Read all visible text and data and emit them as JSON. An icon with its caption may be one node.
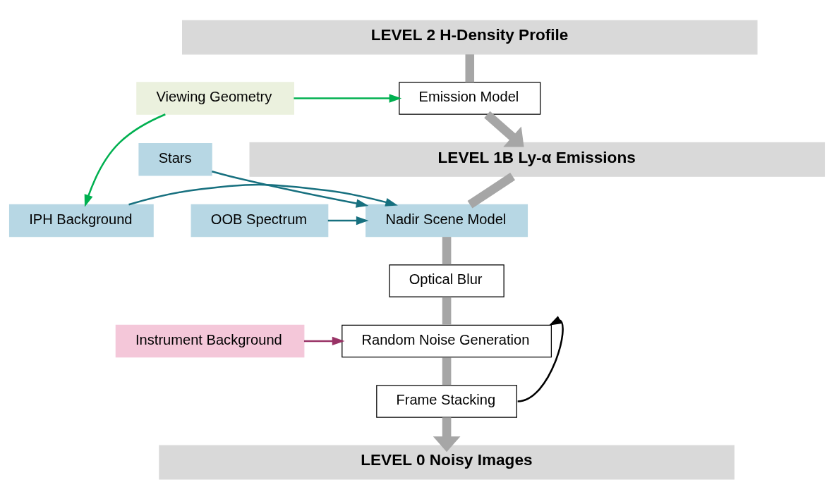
{
  "diagram": {
    "nodes": [
      {
        "text": [
          "LEVEL 2 H-Density Profile"
        ]
      },
      {
        "text": [
          "Viewing Geometry"
        ]
      },
      {
        "text": [
          "Emission Model"
        ]
      },
      {
        "text": [
          "LEVEL 1B Ly-α Emissions"
        ]
      },
      {
        "text": [
          "IPH Background"
        ]
      },
      {
        "text": [
          "Stars"
        ]
      },
      {
        "text": [
          "Nadir Scene Model"
        ]
      },
      {
        "text": [
          "OOB Spectrum"
        ]
      },
      {
        "text": [
          "Optical Blur"
        ]
      },
      {
        "text": [
          "Random Noise Generation"
        ]
      },
      {
        "text": [
          "Instrument Background"
        ]
      },
      {
        "text": [
          "Frame Stacking"
        ]
      },
      {
        "text": [
          "LEVEL 0 Noisy Images"
        ]
      }
    ],
    "edges": [
      {
        "from": 0,
        "to": 2,
        "arrow": "none",
        "style": "thick",
        "color": "#a6a6a6"
      },
      {
        "from": 2,
        "to": 3,
        "arrow": "to",
        "style": "thick",
        "color": "#a6a6a6"
      },
      {
        "from": 1,
        "to": 2,
        "arrow": "to",
        "color": "#00b050"
      },
      {
        "from": 1,
        "to": 4,
        "arrow": "to",
        "color": "#00b050"
      },
      {
        "from": 3,
        "to": 6,
        "arrow": "none",
        "style": "thick",
        "color": "#a6a6a6"
      },
      {
        "from": 4,
        "to": 6,
        "arrow": "to",
        "color": "#17707f"
      },
      {
        "from": 5,
        "to": 6,
        "arrow": "to",
        "color": "#17707f"
      },
      {
        "from": 7,
        "to": 6,
        "arrow": "to",
        "color": "#17707f"
      },
      {
        "from": 6,
        "to": 8,
        "arrow": "none",
        "style": "thick",
        "color": "#a6a6a6"
      },
      {
        "from": 8,
        "to": 9,
        "arrow": "none",
        "style": "thick",
        "color": "#a6a6a6"
      },
      {
        "from": 10,
        "to": 9,
        "arrow": "to",
        "color": "#993366"
      },
      {
        "from": 9,
        "to": 11,
        "arrow": "none",
        "style": "thick",
        "color": "#a6a6a6"
      },
      {
        "from": 11,
        "to": 9,
        "arrow": "to",
        "color": "#000000"
      },
      {
        "from": 11,
        "to": 12,
        "arrow": "to",
        "style": "thick",
        "color": "#a6a6a6"
      }
    ]
  }
}
